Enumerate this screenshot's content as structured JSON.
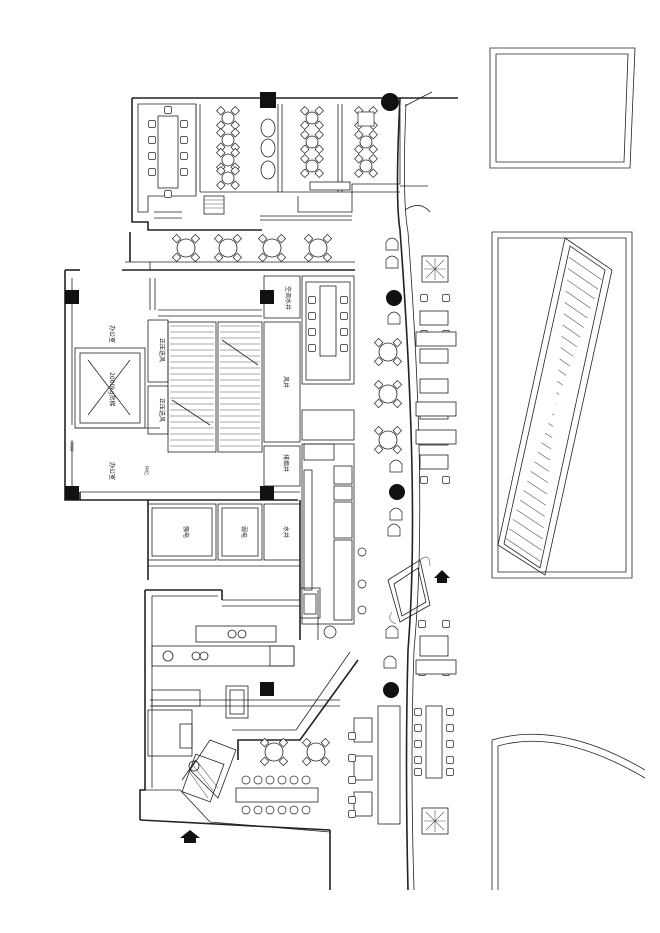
{
  "labels": {
    "office_top": "办公室",
    "office_bottom": "办公室",
    "elevator": "2000kg货梯",
    "air_a": "正压送风",
    "air_b": "正压送风",
    "air_duct": "空调水井",
    "wind_duct": "风井",
    "smoke": "排烟井",
    "strong_elec": "强电",
    "weak_elec": "弱电",
    "water_well": "水井",
    "fm_a": "FM甲",
    "fm_b": "FM乙"
  },
  "icons": {
    "entrance_arrow": "entrance-arrow-icon",
    "side_arrow": "entrance-arrow-icon",
    "plant": "plant-icon"
  }
}
